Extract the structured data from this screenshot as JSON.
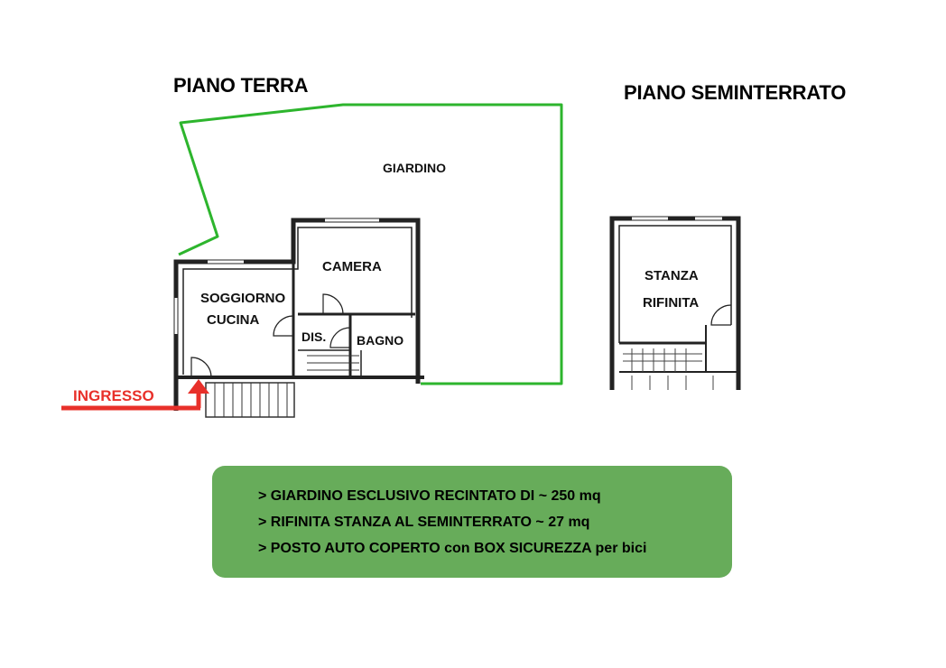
{
  "headings": {
    "ground_floor": "PIANO TERRA",
    "basement": "PIANO SEMINTERRATO"
  },
  "rooms": {
    "garden": "GIARDINO",
    "bedroom": "CAMERA",
    "living_line1": "SOGGIORNO",
    "living_line2": "CUCINA",
    "hallway": "DIS.",
    "bathroom": "BAGNO",
    "basement_line1": "STANZA",
    "basement_line2": "RIFINITA"
  },
  "entrance": {
    "label": "INGRESSO"
  },
  "features": [
    "> GIARDINO ESCLUSIVO RECINTATO DI ~ 250 mq",
    "> RIFINITA STANZA AL SEMINTERRATO ~ 27 mq",
    "> POSTO AUTO COPERTO con BOX SICUREZZA per bici"
  ],
  "colors": {
    "garden_fence": "#2db52d",
    "entrance_arrow": "#e8302a",
    "info_box": "#67ac5a",
    "walls": "#222222"
  }
}
